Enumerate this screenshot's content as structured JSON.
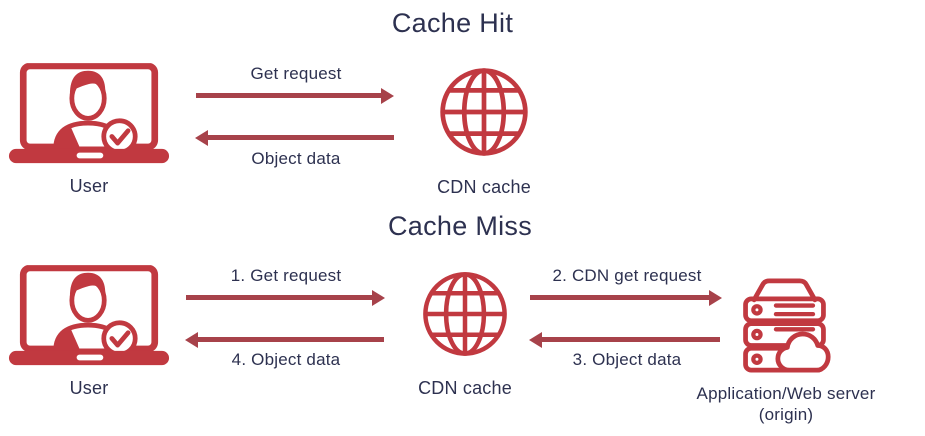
{
  "colors": {
    "icon_red": "#c13940",
    "arrow_red": "#a7424a",
    "navy": "#2d3150",
    "background": "#ffffff"
  },
  "icons": {
    "user": "laptop-user-icon",
    "cdn": "globe-icon",
    "origin": "server-cloud-icon"
  },
  "sections": [
    {
      "title": "Cache Hit",
      "user_label": "User",
      "cdn_label": "CDN cache",
      "flows": [
        {
          "label": "Get request",
          "direction": "right"
        },
        {
          "label": "Object data",
          "direction": "left"
        }
      ]
    },
    {
      "title": "Cache Miss",
      "user_label": "User",
      "cdn_label": "CDN cache",
      "origin_label": "Application/Web server",
      "origin_sublabel": "(origin)",
      "flows": [
        {
          "label": "1. Get request",
          "direction": "right"
        },
        {
          "label": "4. Object data",
          "direction": "left"
        },
        {
          "label": "2. CDN get request",
          "direction": "right"
        },
        {
          "label": "3. Object data",
          "direction": "left"
        }
      ]
    }
  ]
}
